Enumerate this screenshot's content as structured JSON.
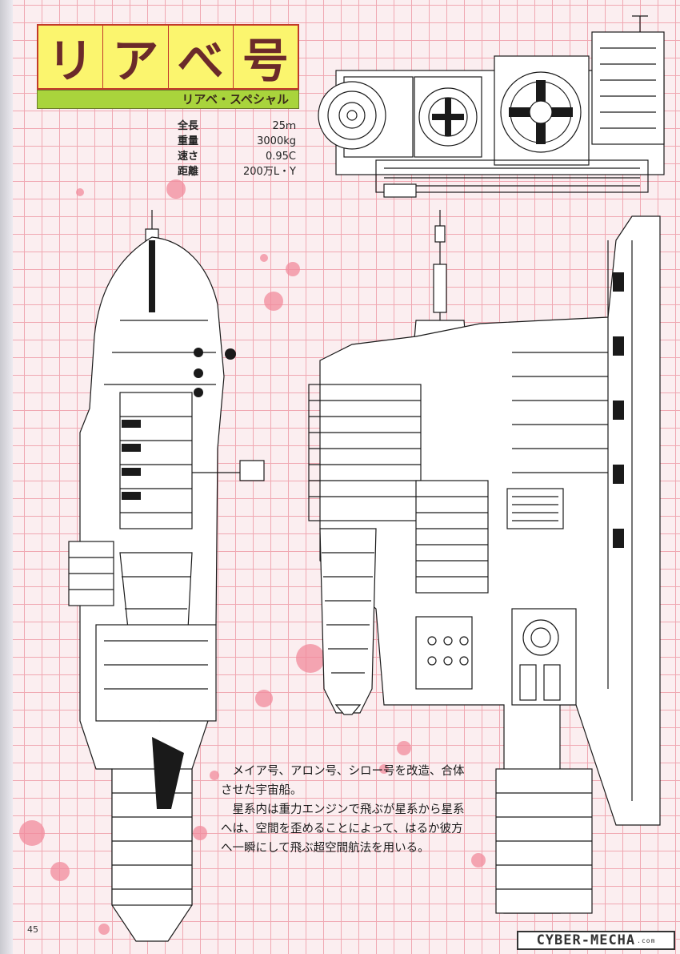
{
  "title": {
    "chars": [
      "リ",
      "ア",
      "べ",
      "号"
    ]
  },
  "subtitle": "リアベ・スペシャル",
  "specs": [
    {
      "label": "全長",
      "value": "25ｍ"
    },
    {
      "label": "重量",
      "value": "3000kg"
    },
    {
      "label": "速さ",
      "value": "0.95C"
    },
    {
      "label": "距離",
      "value": "200万L・Y"
    }
  ],
  "description": [
    "メイア号、アロン号、シロー号を改造、合体させた宇宙船。",
    "星系内は重力エンジンで飛ぶが星系から星系へは、空間を歪めることによって、はるか彼方へ一瞬にして飛ぶ超空間航法を用いる。"
  ],
  "page_number": "45",
  "watermark": {
    "text": "CYBER-MECHA",
    "suffix": ".com"
  },
  "colors": {
    "grid": "#f0a8b2",
    "paper": "#fbeef0",
    "title_bg": "#fbf56e",
    "subtitle_bg": "#a9d43c",
    "blot": "#f28b9c",
    "ink": "#1a1a1a"
  }
}
